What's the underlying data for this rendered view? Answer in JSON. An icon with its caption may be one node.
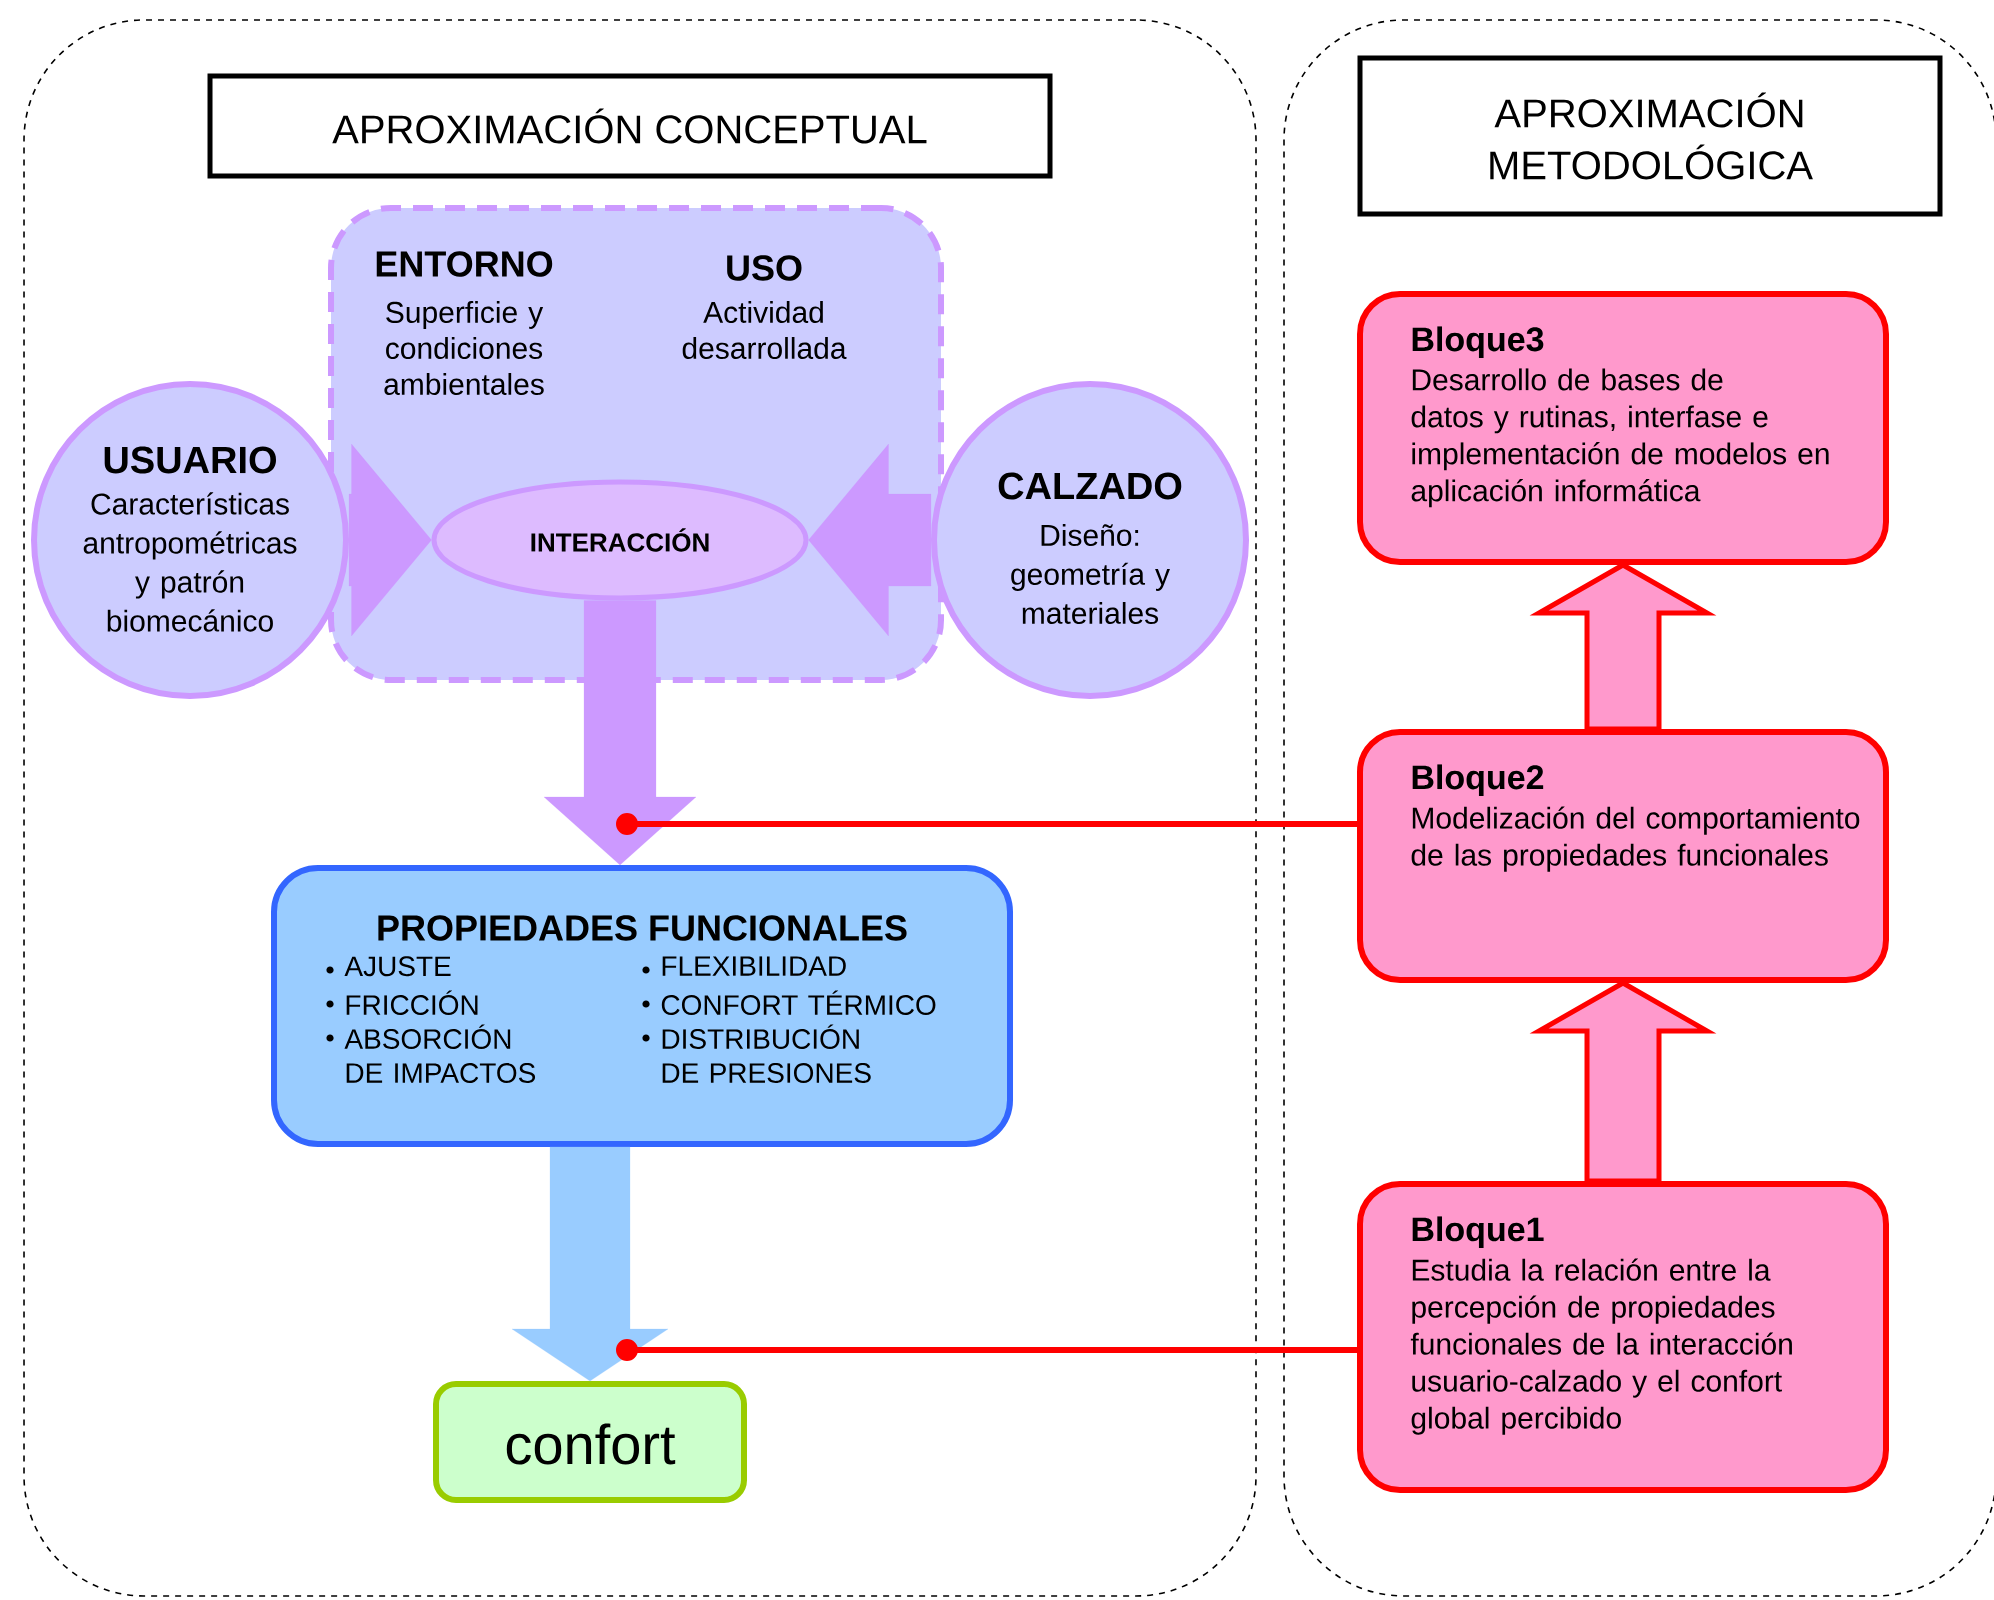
{
  "diagram": {
    "nodes": [
      {
        "text": [],
        "shape": "box"
      },
      {
        "text": [
          "APROXIMACIÓN CONCEPTUAL"
        ],
        "in": 0
      },
      {
        "text": [
          "ENTORNO",
          "Superficie y condiciones ambientales",
          "USO",
          "Actividad desarrollada"
        ],
        "in": 0
      },
      {
        "text": [
          "USUARIO",
          "Características antropométricas y patrón biomecánico"
        ],
        "in": 0
      },
      {
        "text": [
          "INTERACCIÓN"
        ],
        "in": 2
      },
      {
        "text": [
          "CALZADO",
          "Diseño: geometría y materiales"
        ],
        "in": 0
      },
      {
        "text": [
          "PROPIEDADES FUNCIONALES",
          "AJUSTE",
          "FRICCIÓN",
          "ABSORCIÓN DE IMPACTOS",
          "FLEXIBILIDAD",
          "CONFORT TÉRMICO",
          "DISTRIBUCIÓN DE PRESIONES"
        ],
        "in": 0
      },
      {
        "text": [
          "confort"
        ],
        "in": 0
      },
      {
        "text": [],
        "shape": "box"
      },
      {
        "text": [
          "APROXIMACIÓN METODOLÓGICA"
        ],
        "in": 8
      },
      {
        "text": [
          "Bloque3",
          "Desarrollo de bases de datos y rutinas, interfase e implementación de modelos en aplicación informática"
        ],
        "in": 8
      },
      {
        "text": [
          "Bloque2",
          "Modelización del comportamiento de las propiedades funcionales"
        ],
        "in": 8
      },
      {
        "text": [
          "Bloque1",
          "Estudia la relación entre la percepción de propiedades funcionales de la interacción usuario-calzado y el confort global percibido"
        ],
        "in": 8
      }
    ],
    "edges": [
      {
        "from": 3,
        "to": 4,
        "arrow": "to",
        "style": "thick",
        "color": "#cc99ff"
      },
      {
        "from": 5,
        "to": 4,
        "arrow": "to",
        "style": "thick",
        "color": "#cc99ff"
      },
      {
        "from": 4,
        "to": 6,
        "arrow": "to",
        "style": "thick",
        "color": "#cc99ff"
      },
      {
        "from": 6,
        "to": 7,
        "arrow": "to",
        "style": "thick",
        "color": "#99ccff"
      },
      {
        "from": 12,
        "to": 11,
        "arrow": "to",
        "style": "thick",
        "color": "#ff0000"
      },
      {
        "from": 11,
        "to": 10,
        "arrow": "to",
        "style": "thick",
        "color": "#ff0000"
      },
      {
        "from": 11,
        "to": null,
        "arrow": "other",
        "color": "#ff0000"
      },
      {
        "from": 12,
        "to": null,
        "arrow": "other",
        "color": "#ff0000"
      }
    ]
  }
}
